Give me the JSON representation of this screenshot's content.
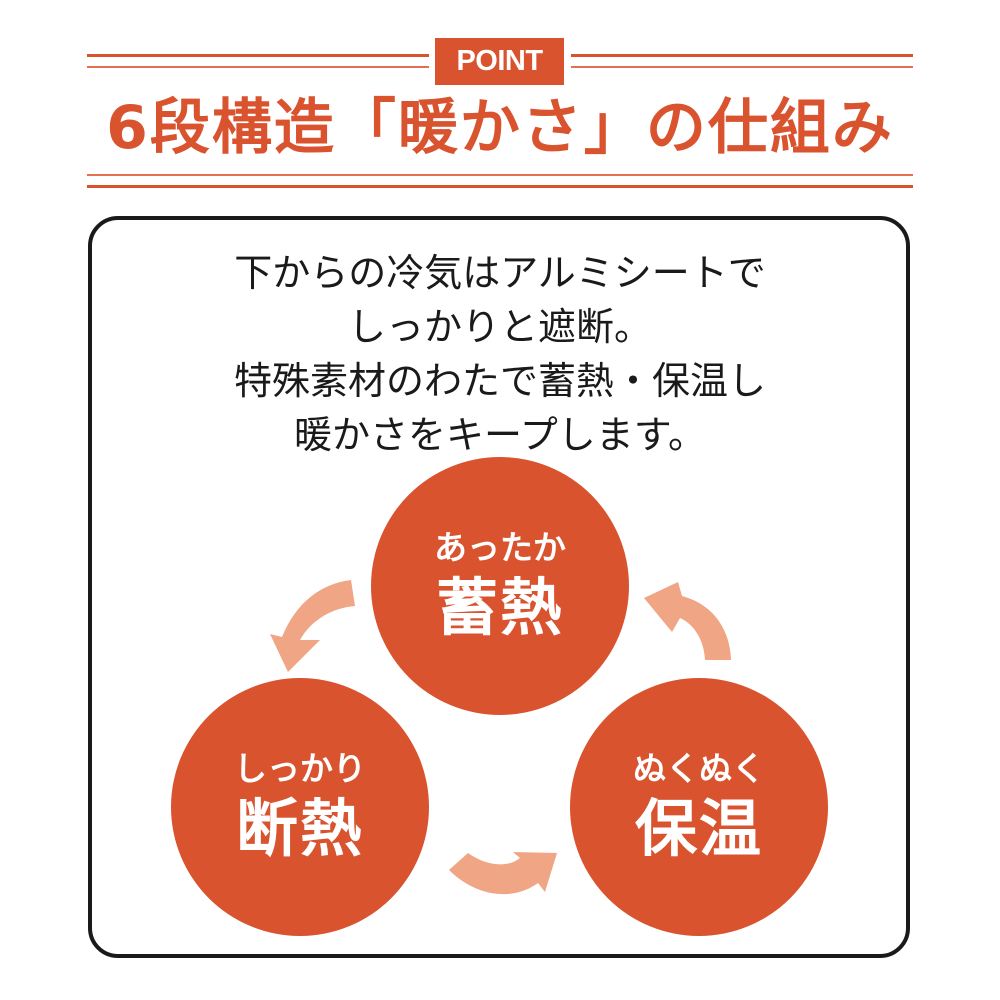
{
  "header": {
    "badge": "POINT",
    "title": "6段構造「暖かさ」の仕組み",
    "accent_color": "#D9532F"
  },
  "description": {
    "lines": [
      "下からの冷気はアルミシートで",
      "しっかりと遮断。",
      "特殊素材のわたで蓄熱・保温し",
      "暖かさをキープします。"
    ]
  },
  "cycle": {
    "circle_color": "#D9532F",
    "arrow_color": "#F0A585",
    "items": [
      {
        "sub": "あったか",
        "main": "蓄熱"
      },
      {
        "sub": "しっかり",
        "main": "断熱"
      },
      {
        "sub": "ぬくぬく",
        "main": "保温"
      }
    ],
    "arrows": [
      "arrow-heat-storage-to-insulation",
      "arrow-insulation-to-warmth-retention",
      "arrow-warmth-retention-to-heat-storage"
    ]
  }
}
